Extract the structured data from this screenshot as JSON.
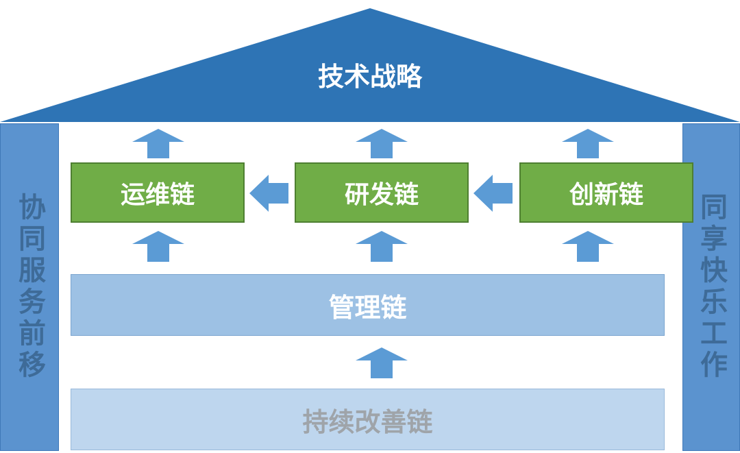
{
  "roof": {
    "label": "技术战略"
  },
  "pillars": {
    "left": "协同服务前移",
    "right": "同享快乐工作"
  },
  "chains": {
    "ops": "运维链",
    "rd": "研发链",
    "innovation": "创新链"
  },
  "bands": {
    "management": "管理链",
    "improvement": "持续改善链"
  },
  "colors": {
    "roof": "#2e74b5",
    "pillar": "#5b93cf",
    "chain_box": "#70ad47",
    "arrow": "#5b9bd5",
    "management_band": "#9dc1e4",
    "improvement_band": "#bed6ee"
  }
}
